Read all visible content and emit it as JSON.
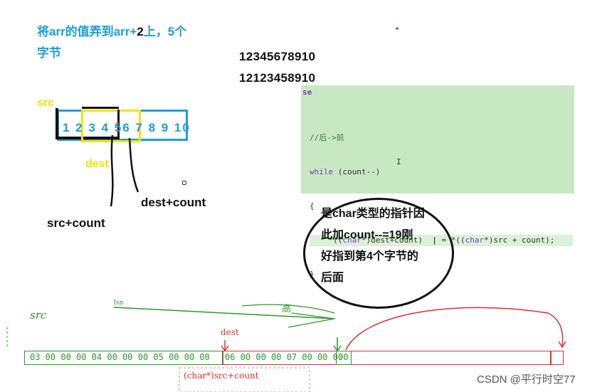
{
  "heading": {
    "line1_a": "将arr的值弄到arr+",
    "line1_b": "2",
    "line1_c": "上，5个",
    "line2": "字节"
  },
  "number_before": "12345678910",
  "number_after": "12123458910",
  "array_labels": {
    "src": "src",
    "dest": "dest",
    "src_count": "src+count",
    "dest_count": "dest+count",
    "digits_first": "1 2",
    "digits_mid": "3 4 5",
    "digits_sep": "6 7",
    "digits_rest": "8 9 10"
  },
  "code": {
    "tab": "se",
    "comment": "//后->前",
    "while_kw": "while",
    "while_rest": " (count--)",
    "open_brace": "{",
    "stmt_a": "    *((",
    "stmt_char1": "char",
    "stmt_b": "*)dest+count)  ",
    "stmt_cursor": "|",
    "stmt_c": " = *((",
    "stmt_char2": "char",
    "stmt_d": "*)src + count);",
    "close_brace": "}",
    "cursor_mark": "I"
  },
  "oval_note": {
    "line1": "是char类型的指针因",
    "line2": "此加count--=19刚",
    "line3": "好指到第4个字节的",
    "line4": "后面"
  },
  "memory": {
    "src_label": "src",
    "dest_label": "dest",
    "high_label": "高",
    "low_label": "lsn",
    "green_bytes": "03 00 00 00 04 00 00 00 05 00 00 00",
    "red_bytes": "06 00 00 00 07 00 00 00",
    "last_byte": "00",
    "src_count_label": "(char*)src+count"
  },
  "watermark": "CSDN @平行时空77",
  "colors": {
    "cyan": "#1aa0dc",
    "yellow": "#f2e400",
    "green": "#2a9a2a",
    "red": "#e03030",
    "panel": "#c8e8c3"
  }
}
